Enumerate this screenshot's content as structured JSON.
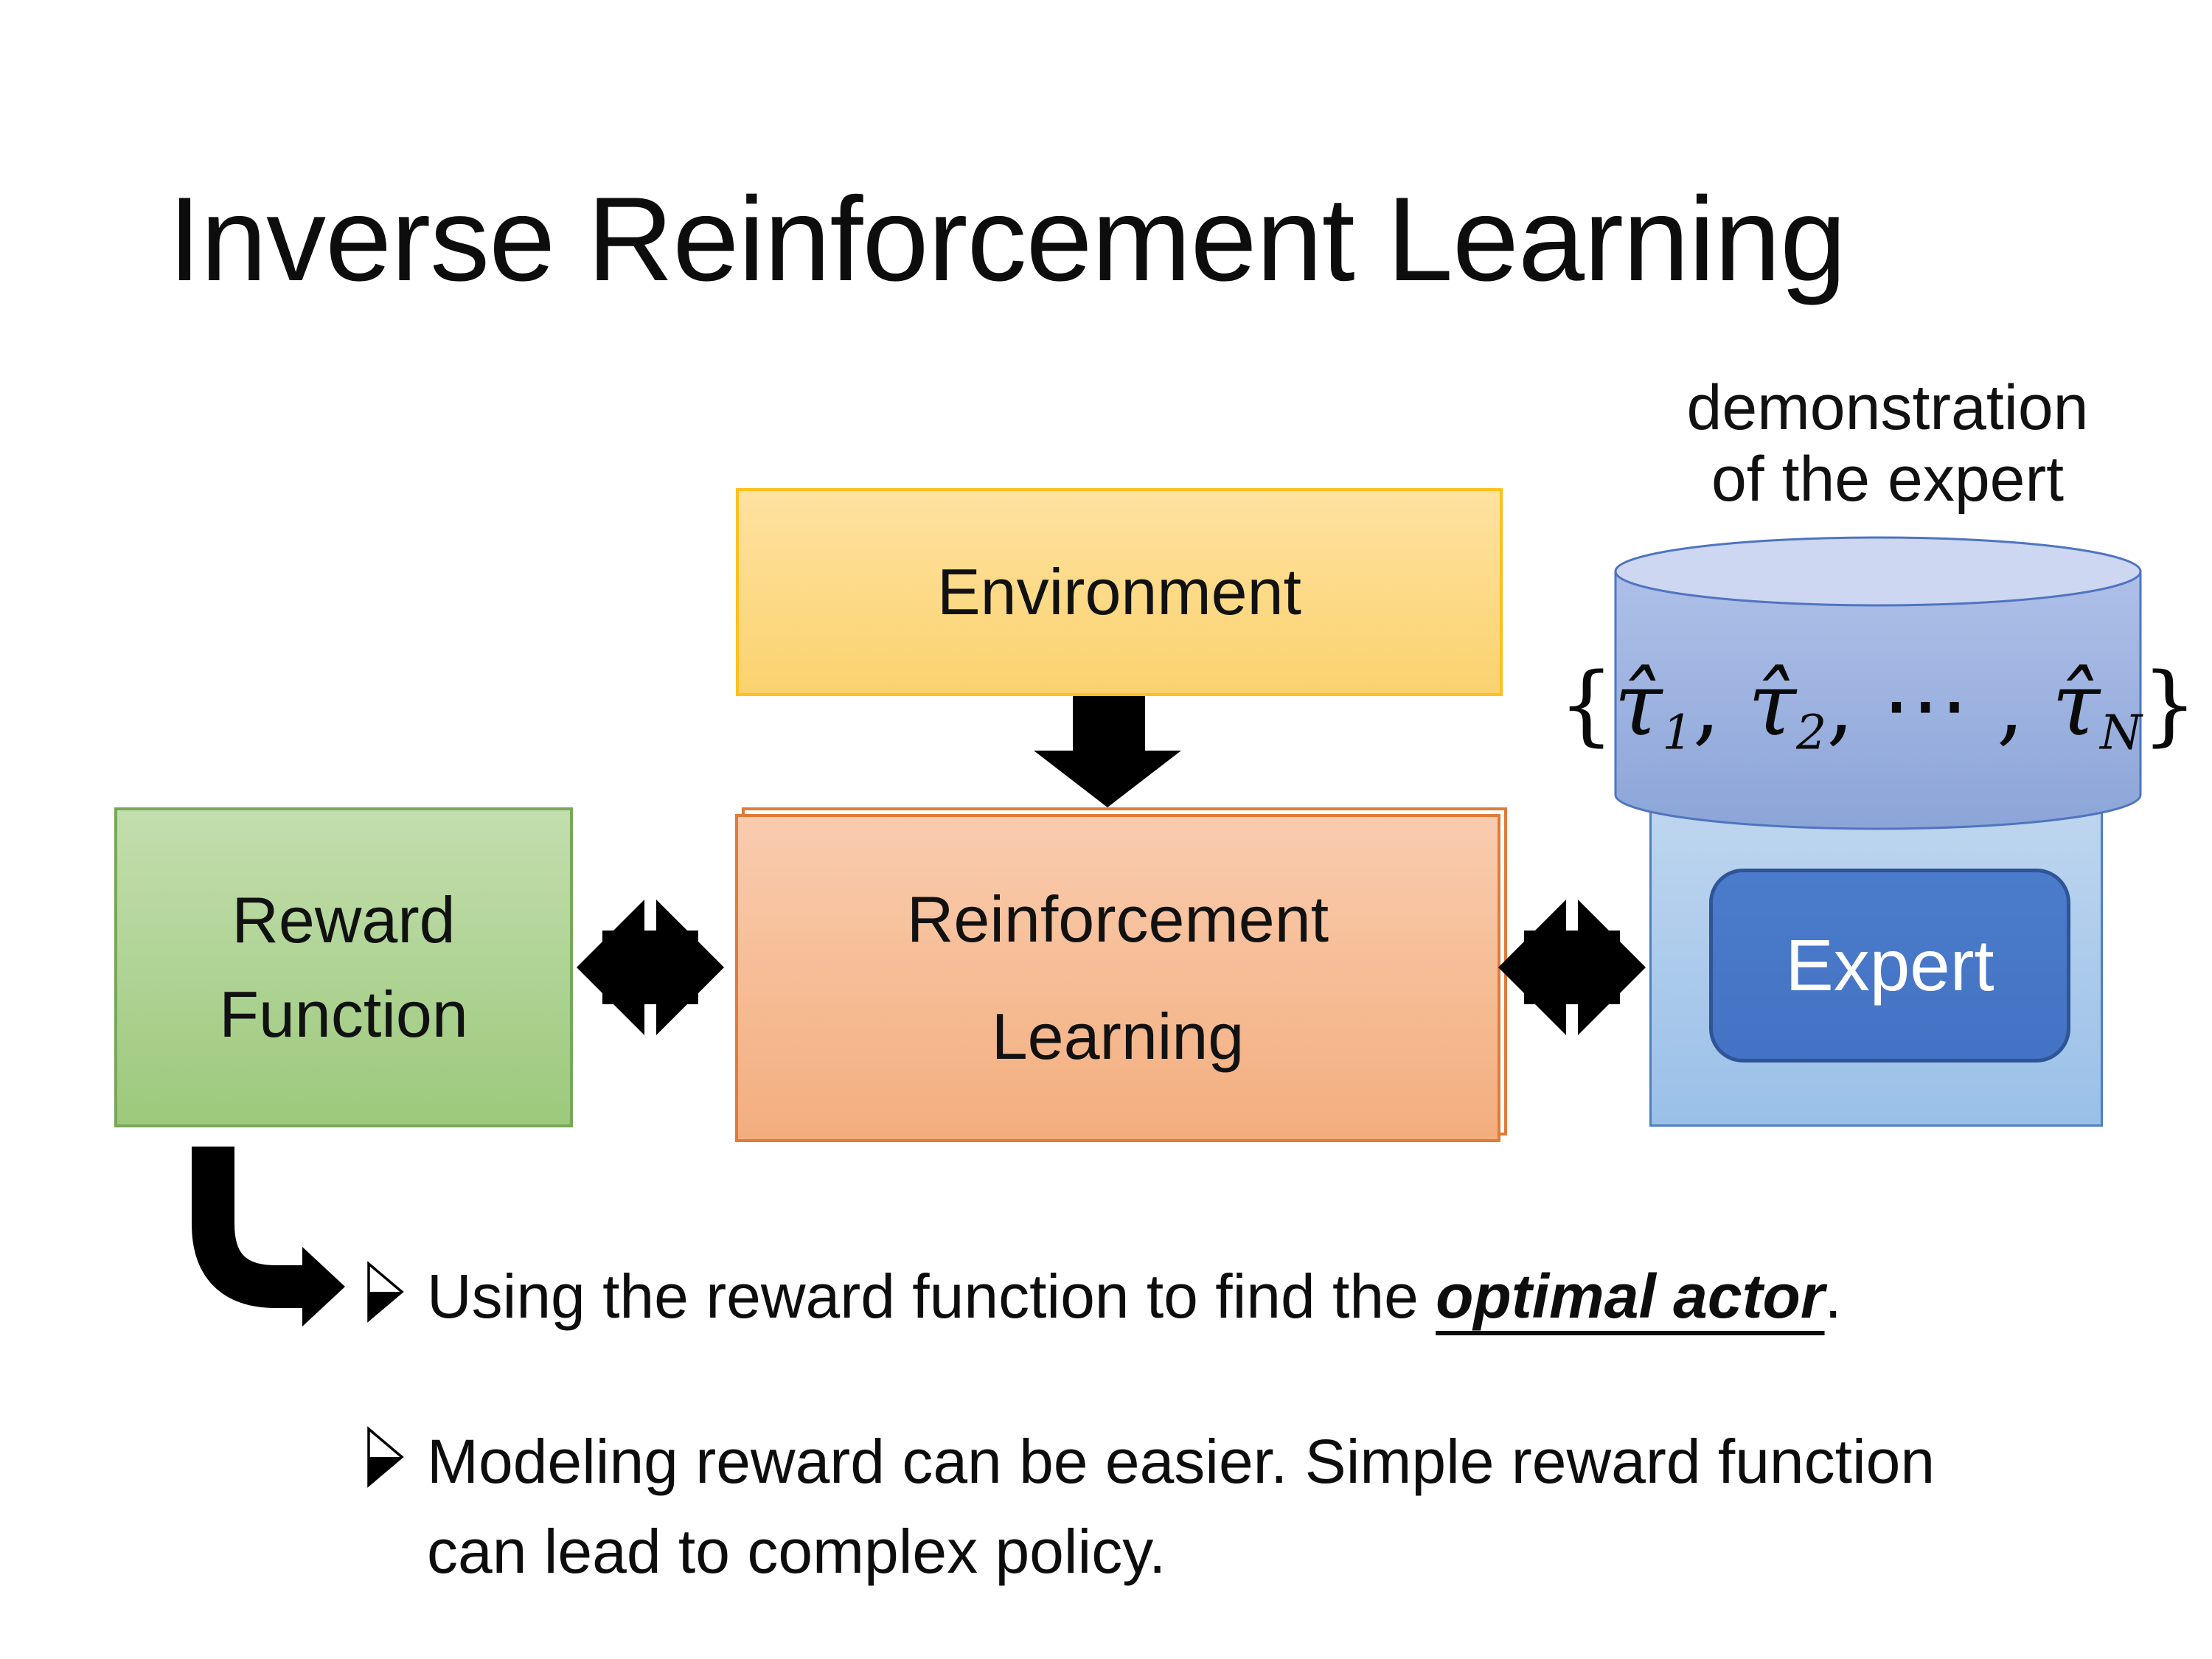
{
  "slide": {
    "title": "Inverse Reinforcement Learning"
  },
  "diagram": {
    "demonstration": {
      "lines": [
        "demonstration",
        "of the expert"
      ]
    },
    "environment": {
      "label": "Environment"
    },
    "reward": {
      "lines": [
        "Reward",
        "Function"
      ]
    },
    "rl": {
      "lines": [
        "Reinforcement",
        "Learning"
      ]
    },
    "expert": {
      "label": "Expert"
    },
    "formula": {
      "parts": [
        {
          "t": "{"
        },
        {
          "t": "τ̂",
          "sub": "1"
        },
        {
          "t": ", "
        },
        {
          "t": "τ̂",
          "sub": "2"
        },
        {
          "t": ", ⋯ , "
        },
        {
          "t": "τ̂",
          "sub": "N"
        },
        {
          "t": "}"
        }
      ]
    },
    "shapes": {
      "down_arrow": "block-arrow-down",
      "left_connector": "double-headed-arrow",
      "right_connector": "double-headed-arrow",
      "bent_arrow": "elbow-arrow-down-right",
      "bullet_marker": "arrowhead-bullet"
    }
  },
  "bullets": [
    {
      "pre": "Using the reward function to find the ",
      "em": "optimal actor",
      "post": "."
    },
    {
      "pre": "Modeling reward can be easier. Simple reward function can lead to complex policy.",
      "em": "",
      "post": ""
    }
  ],
  "colors": {
    "accent_yellow": "#FFC01E",
    "env_fill_top": "#FEE2A0",
    "env_fill_bottom": "#FBD26F",
    "accent_orange": "#E07B39",
    "rl_fill_top": "#F9CCAE",
    "rl_fill_bottom": "#F3AE7E",
    "accent_green": "#77A757",
    "reward_fill_top": "#C3DEAE",
    "reward_fill_bottom": "#9CC97C",
    "accent_blue": "#4472C4",
    "expert_outer_top": "#BFD6EF",
    "expert_outer_bottom": "#9AC0E8",
    "expert_outer_border": "#4E80BE",
    "expert_inner": "#4472C4",
    "expert_inner_border": "#2F5597",
    "cyl_top": "#CDD7F1",
    "cyl_body_top": "#AEC0E8",
    "cyl_body_bottom": "#8CA5D8",
    "cyl_border": "#4F74C0",
    "arrow_black": "#000000"
  }
}
